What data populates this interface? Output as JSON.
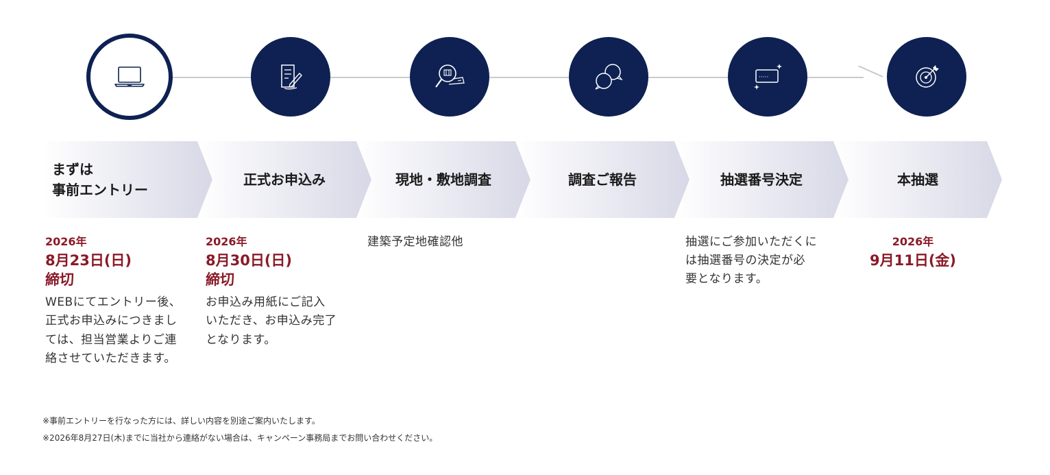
{
  "steps": [
    {
      "label": "まずは\n事前エントリー",
      "icon": "laptop-icon"
    },
    {
      "label": "正式お申込み",
      "icon": "document-pen-icon"
    },
    {
      "label": "現地・敷地調査",
      "icon": "magnifier-house-icon"
    },
    {
      "label": "調査ご報告",
      "icon": "chat-bubbles-icon"
    },
    {
      "label": "抽選番号決定",
      "icon": "password-sparkle-icon"
    },
    {
      "label": "本抽選",
      "icon": "target-arrow-icon"
    }
  ],
  "details": {
    "entry": {
      "year": "2026年",
      "date": "8月23日(日)",
      "deadline": "締切",
      "desc": "WEBにてエントリー後、\n正式お申込みにつきまし\nては、担当営業よりご連\n絡させていただきます。"
    },
    "apply": {
      "year": "2026年",
      "date": "8月30日(日)",
      "deadline": "締切",
      "desc": "お申込み用紙にご記入\nいただき、お申込み完了\nとなります。"
    },
    "survey": {
      "desc": "建築予定地確認他"
    },
    "lottery_number": {
      "desc": "抽選にご参加いただくに\nは抽選番号の決定が必\n要となります。"
    },
    "lottery": {
      "year": "2026年",
      "date": "9月11日(金)"
    }
  },
  "notes": [
    "※事前エントリーを行なった方には、詳しい内容を別途ご案内いたします。",
    "※2026年8月27日(木)までに当社から連絡がない場合は、キャンペーン事務局までお問い合わせください。"
  ],
  "colors": {
    "navy": "#0e2152",
    "accent": "#8a1a28",
    "step_from": "#ffffff",
    "step_to": "#d7d8e6"
  }
}
